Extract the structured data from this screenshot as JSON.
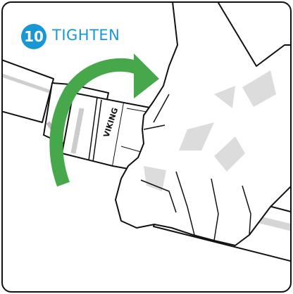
{
  "step": {
    "number": "10",
    "label": "TIGHTEN"
  },
  "fitting": {
    "marking": "VIKING"
  },
  "colors": {
    "badge": "#1797d4",
    "label": "#1797d4",
    "arrow": "#46a84a",
    "outline": "#111111",
    "shade": "#dcdcdc"
  }
}
